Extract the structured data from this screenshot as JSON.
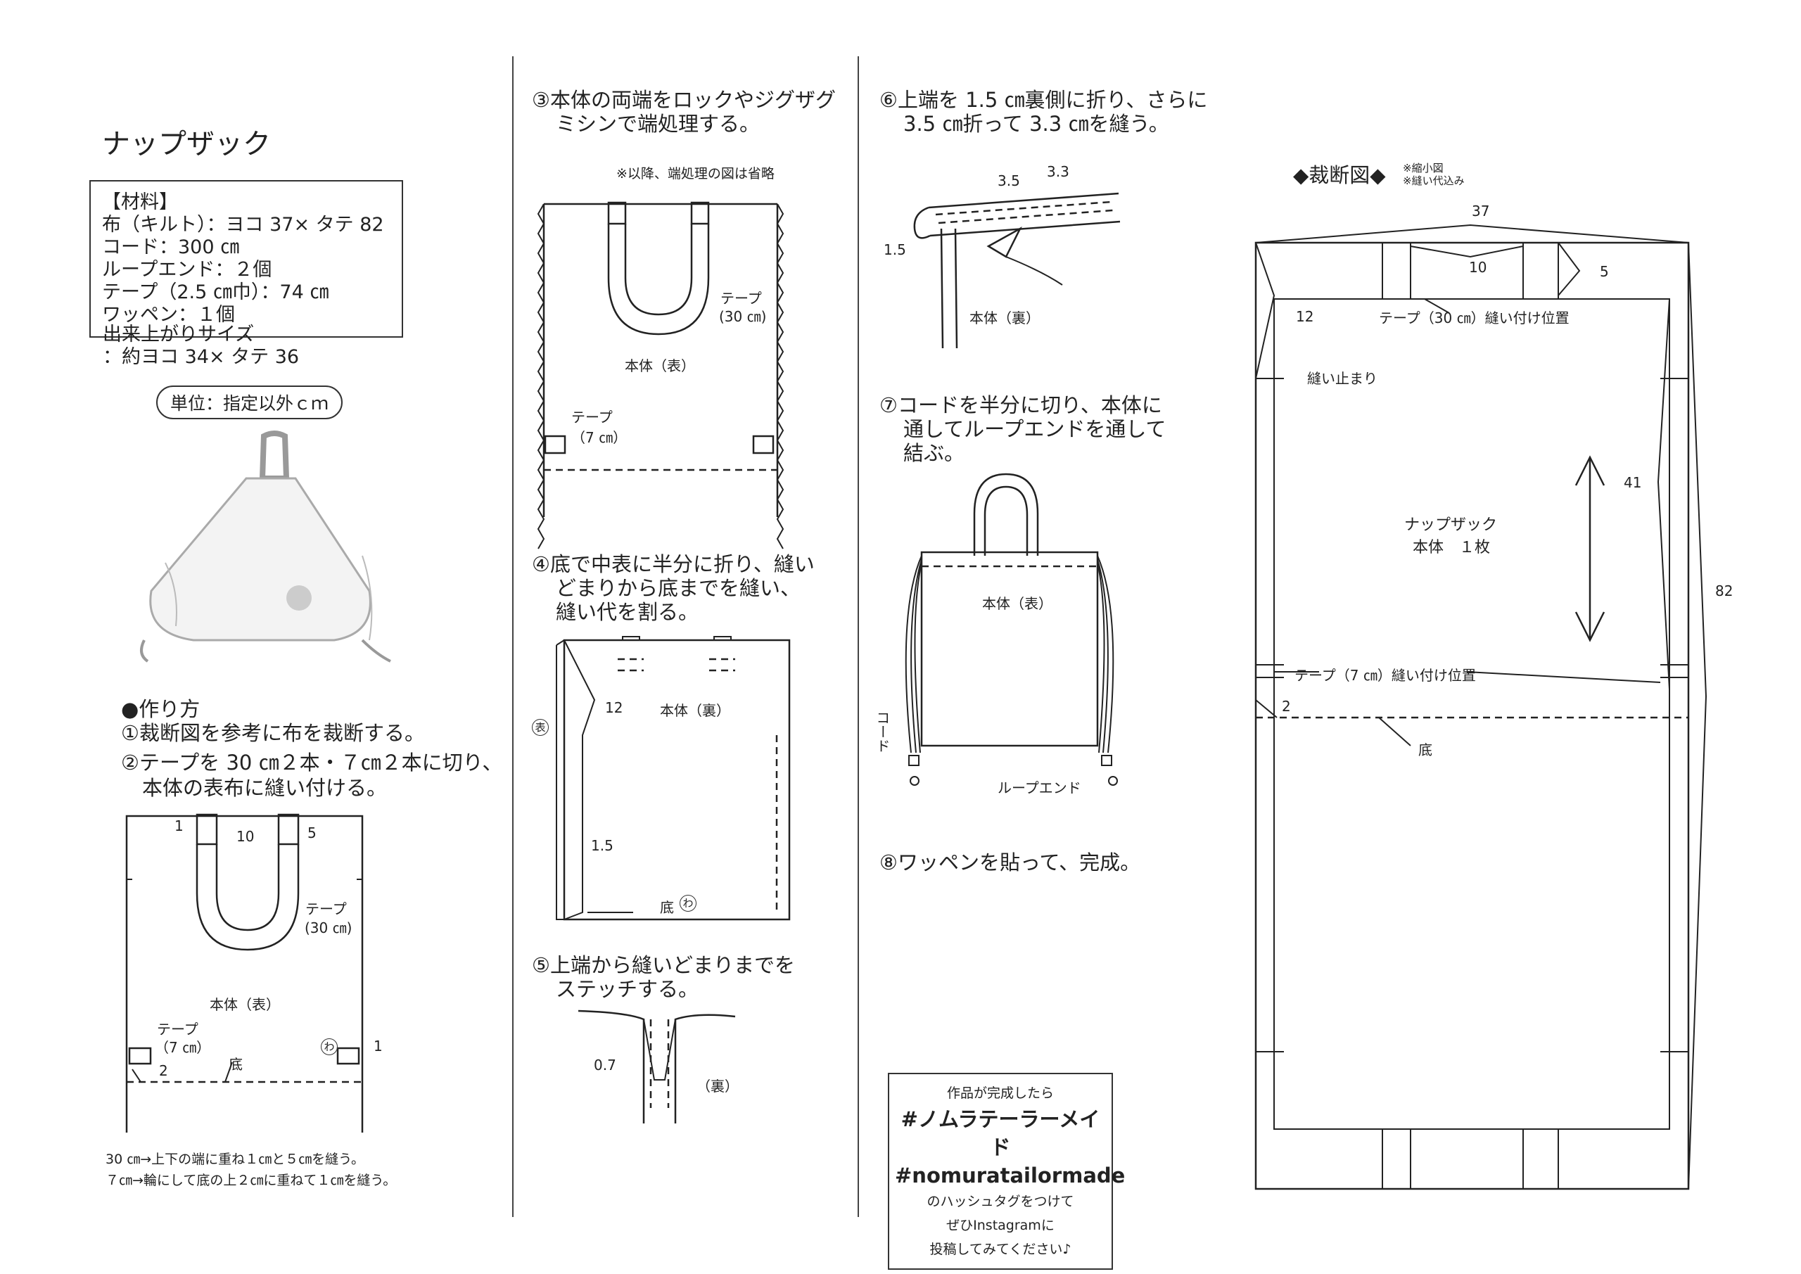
{
  "title": "ナップザック",
  "materials": {
    "header": "【材料】",
    "items": [
      "布（キルト）：ヨコ 37× タテ 82",
      "コード：300 ㎝",
      "ループエンド：２個",
      "テープ（2.5 ㎝巾）：74 ㎝",
      "ワッペン：１個"
    ]
  },
  "finished": {
    "line1": "出来上がりサイズ",
    "line2": "：約ヨコ 34× タテ 36"
  },
  "unit": "単位：指定以外ｃｍ",
  "howto": {
    "header": "●作り方",
    "step1": "①裁断図を参考に布を裁断する。",
    "step2a": "②テープを 30 ㎝２本・７㎝２本に切り、",
    "step2b": "本体の表布に縫い付ける。"
  },
  "fig2": {
    "l1": "1",
    "l10": "10",
    "l5": "5",
    "tape30a": "テープ",
    "tape30b": "(30 ㎝)",
    "body": "本体（表）",
    "tape7a": "テープ",
    "tape7b": "（7 ㎝）",
    "l2": "2",
    "bottom": "底",
    "wa": "わ",
    "l1b": "1"
  },
  "notes": {
    "n1": "30 ㎝→上下の端に重ね１㎝と５㎝を縫う。",
    "n2": "７㎝→輪にして底の上２㎝に重ねて１㎝を縫う。"
  },
  "step3": {
    "a": "③本体の両端をロックやジグザグ",
    "b": "ミシンで端処理する。",
    "note": "※以降、端処理の図は省略",
    "tape30a": "テープ",
    "tape30b": "(30 ㎝)",
    "body": "本体（表）",
    "tape7a": "テープ",
    "tape7b": "（7 ㎝）"
  },
  "step4": {
    "a": "④底で中表に半分に折り、縫い",
    "b": "どまりから底までを縫い、",
    "c": "縫い代を割る。",
    "l12": "12",
    "body": "本体（裏）",
    "omote": "表",
    "l15": "1.5",
    "bottom": "底",
    "wa": "わ"
  },
  "step5": {
    "a": "⑤上端から縫いどまりまでを",
    "b": "ステッチする。",
    "l07": "0.7",
    "ura": "（裏）"
  },
  "step6": {
    "a": "⑥上端を 1.5 ㎝裏側に折り、さらに",
    "b": "3.5 ㎝折って 3.3 ㎝を縫う。",
    "l35": "3.5",
    "l33": "3.3",
    "l15": "1.5",
    "body": "本体（裏）"
  },
  "step7": {
    "a": "⑦コードを半分に切り、本体に",
    "b": "通してループエンドを通して",
    "c": "結ぶ。",
    "body": "本体（表）",
    "cord": "コード",
    "loopend": "ループエンド"
  },
  "step8": "⑧ワッペンを貼って、完成。",
  "hashtag": {
    "l1": "作品が完成したら",
    "l2": "#ノムラテーラーメイド",
    "l3": "#nomuratailormade",
    "l4": "のハッシュタグをつけて",
    "l5": "ぜひInstagramに",
    "l6": "投稿してみてください♪"
  },
  "cutting": {
    "title": "◆裁断図◆",
    "note1": "※縮小図",
    "note2": "※縫い代込み",
    "w37": "37",
    "l10": "10",
    "l5": "5",
    "l12": "12",
    "tape30": "テープ（30 ㎝）縫い付け位置",
    "stop": "縫い止まり",
    "l41": "41",
    "name": "ナップザック",
    "count": "本体　１枚",
    "l82": "82",
    "tape7": "テープ（7 ㎝）縫い付け位置",
    "l2": "2",
    "bottom": "底"
  }
}
